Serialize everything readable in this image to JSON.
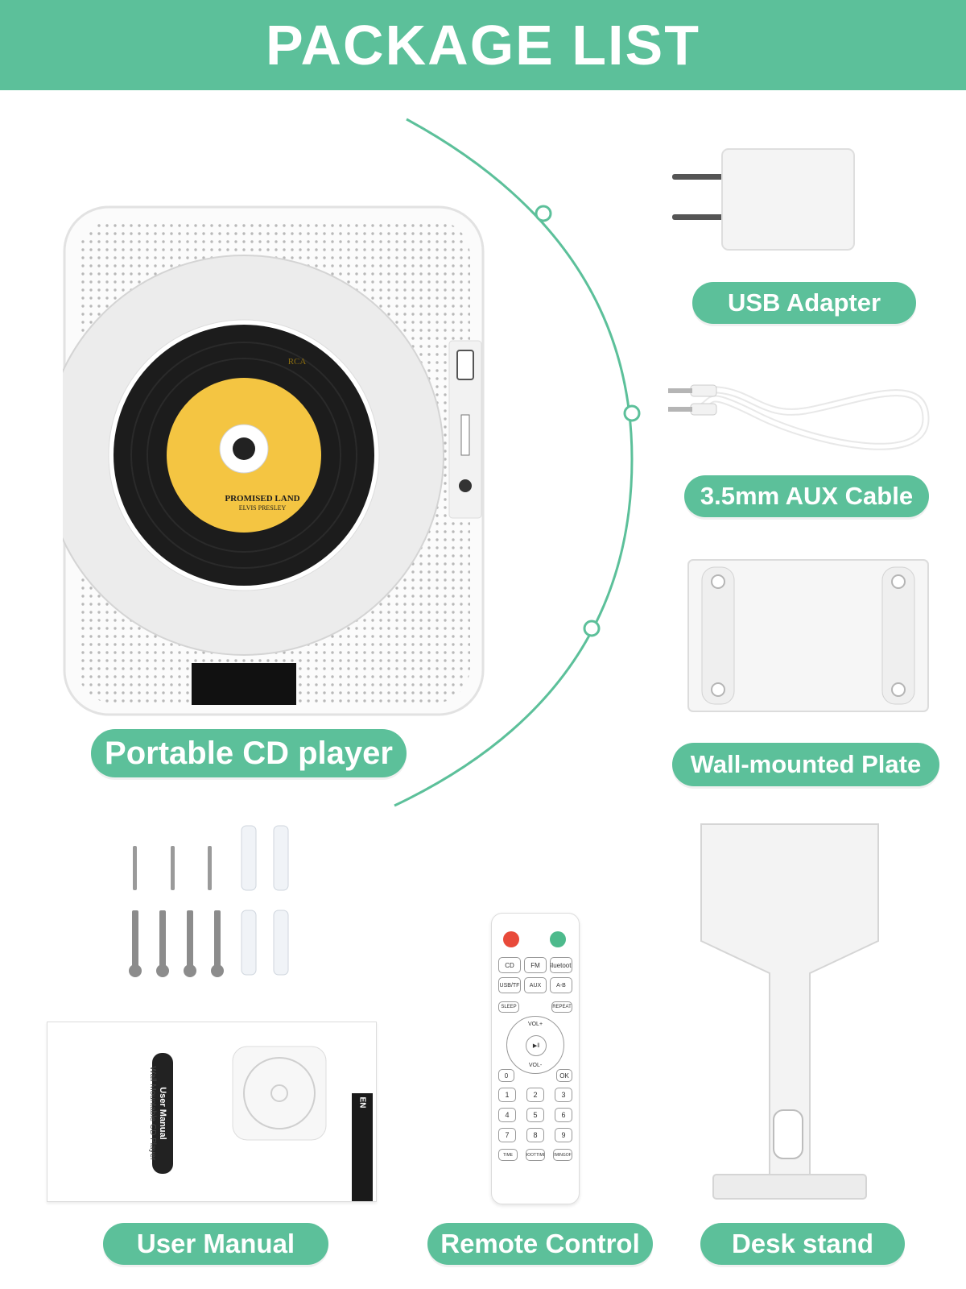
{
  "header": {
    "title": "PACKAGE LIST"
  },
  "items": {
    "cd_player": "Portable CD player",
    "usb_adapter": "USB Adapter",
    "aux_cable": "3.5mm AUX Cable",
    "wall_plate": "Wall-mounted Plate",
    "user_manual": "User Manual",
    "remote": "Remote Control",
    "desk_stand": "Desk stand"
  },
  "disc": {
    "title": "PROMISED LAND",
    "artist": "ELVIS PRESLEY",
    "brand": "RCA"
  },
  "manual_cover": {
    "heading": "User Manual",
    "subheading": "Wall Mountable CD Player",
    "lang": "EN"
  },
  "remote_keys": {
    "row1": [
      "CD",
      "FM",
      "Bluetooth"
    ],
    "row2": [
      "USB/TF",
      "AUX",
      "A-B"
    ],
    "row3": [
      "SLEEP",
      "REPEAT"
    ],
    "vol_up": "VOL+",
    "vol_down": "VOL-",
    "zero": "0",
    "ok": "OK",
    "digits": [
      "1",
      "2",
      "3",
      "4",
      "5",
      "6",
      "7",
      "8",
      "9"
    ],
    "bottom": [
      "TIME",
      "BOOTTIME",
      "TIMINGOFF"
    ]
  },
  "colors": {
    "accent": "#5cc09a",
    "disc_label": "#f4c542",
    "vinyl": "#1c1c1c"
  }
}
